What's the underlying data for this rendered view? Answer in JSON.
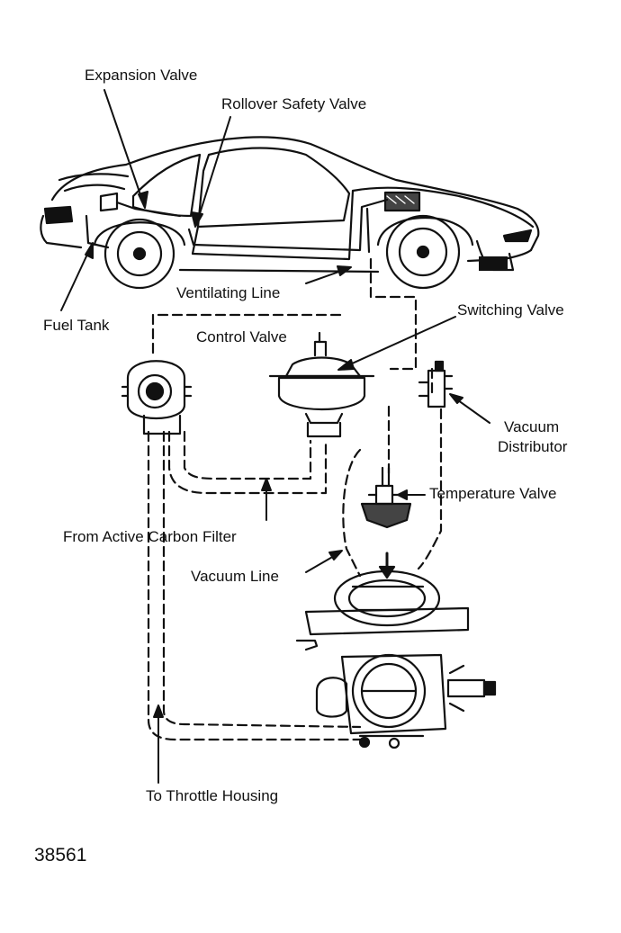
{
  "labels": {
    "expansion_valve": "Expansion Valve",
    "rollover_safety_valve": "Rollover Safety Valve",
    "ventilating_line": "Ventilating Line",
    "fuel_tank": "Fuel Tank",
    "switching_valve": "Switching Valve",
    "control_valve": "Control Valve",
    "vacuum_distributor_1": "Vacuum",
    "vacuum_distributor_2": "Distributor",
    "temperature_valve": "Temperature Valve",
    "from_active_carbon_filter": "From Active Carbon Filter",
    "vacuum_line": "Vacuum Line",
    "to_throttle_housing": "To Throttle Housing"
  },
  "figure_number": "38561",
  "colors": {
    "ink": "#111111",
    "background": "#ffffff"
  }
}
